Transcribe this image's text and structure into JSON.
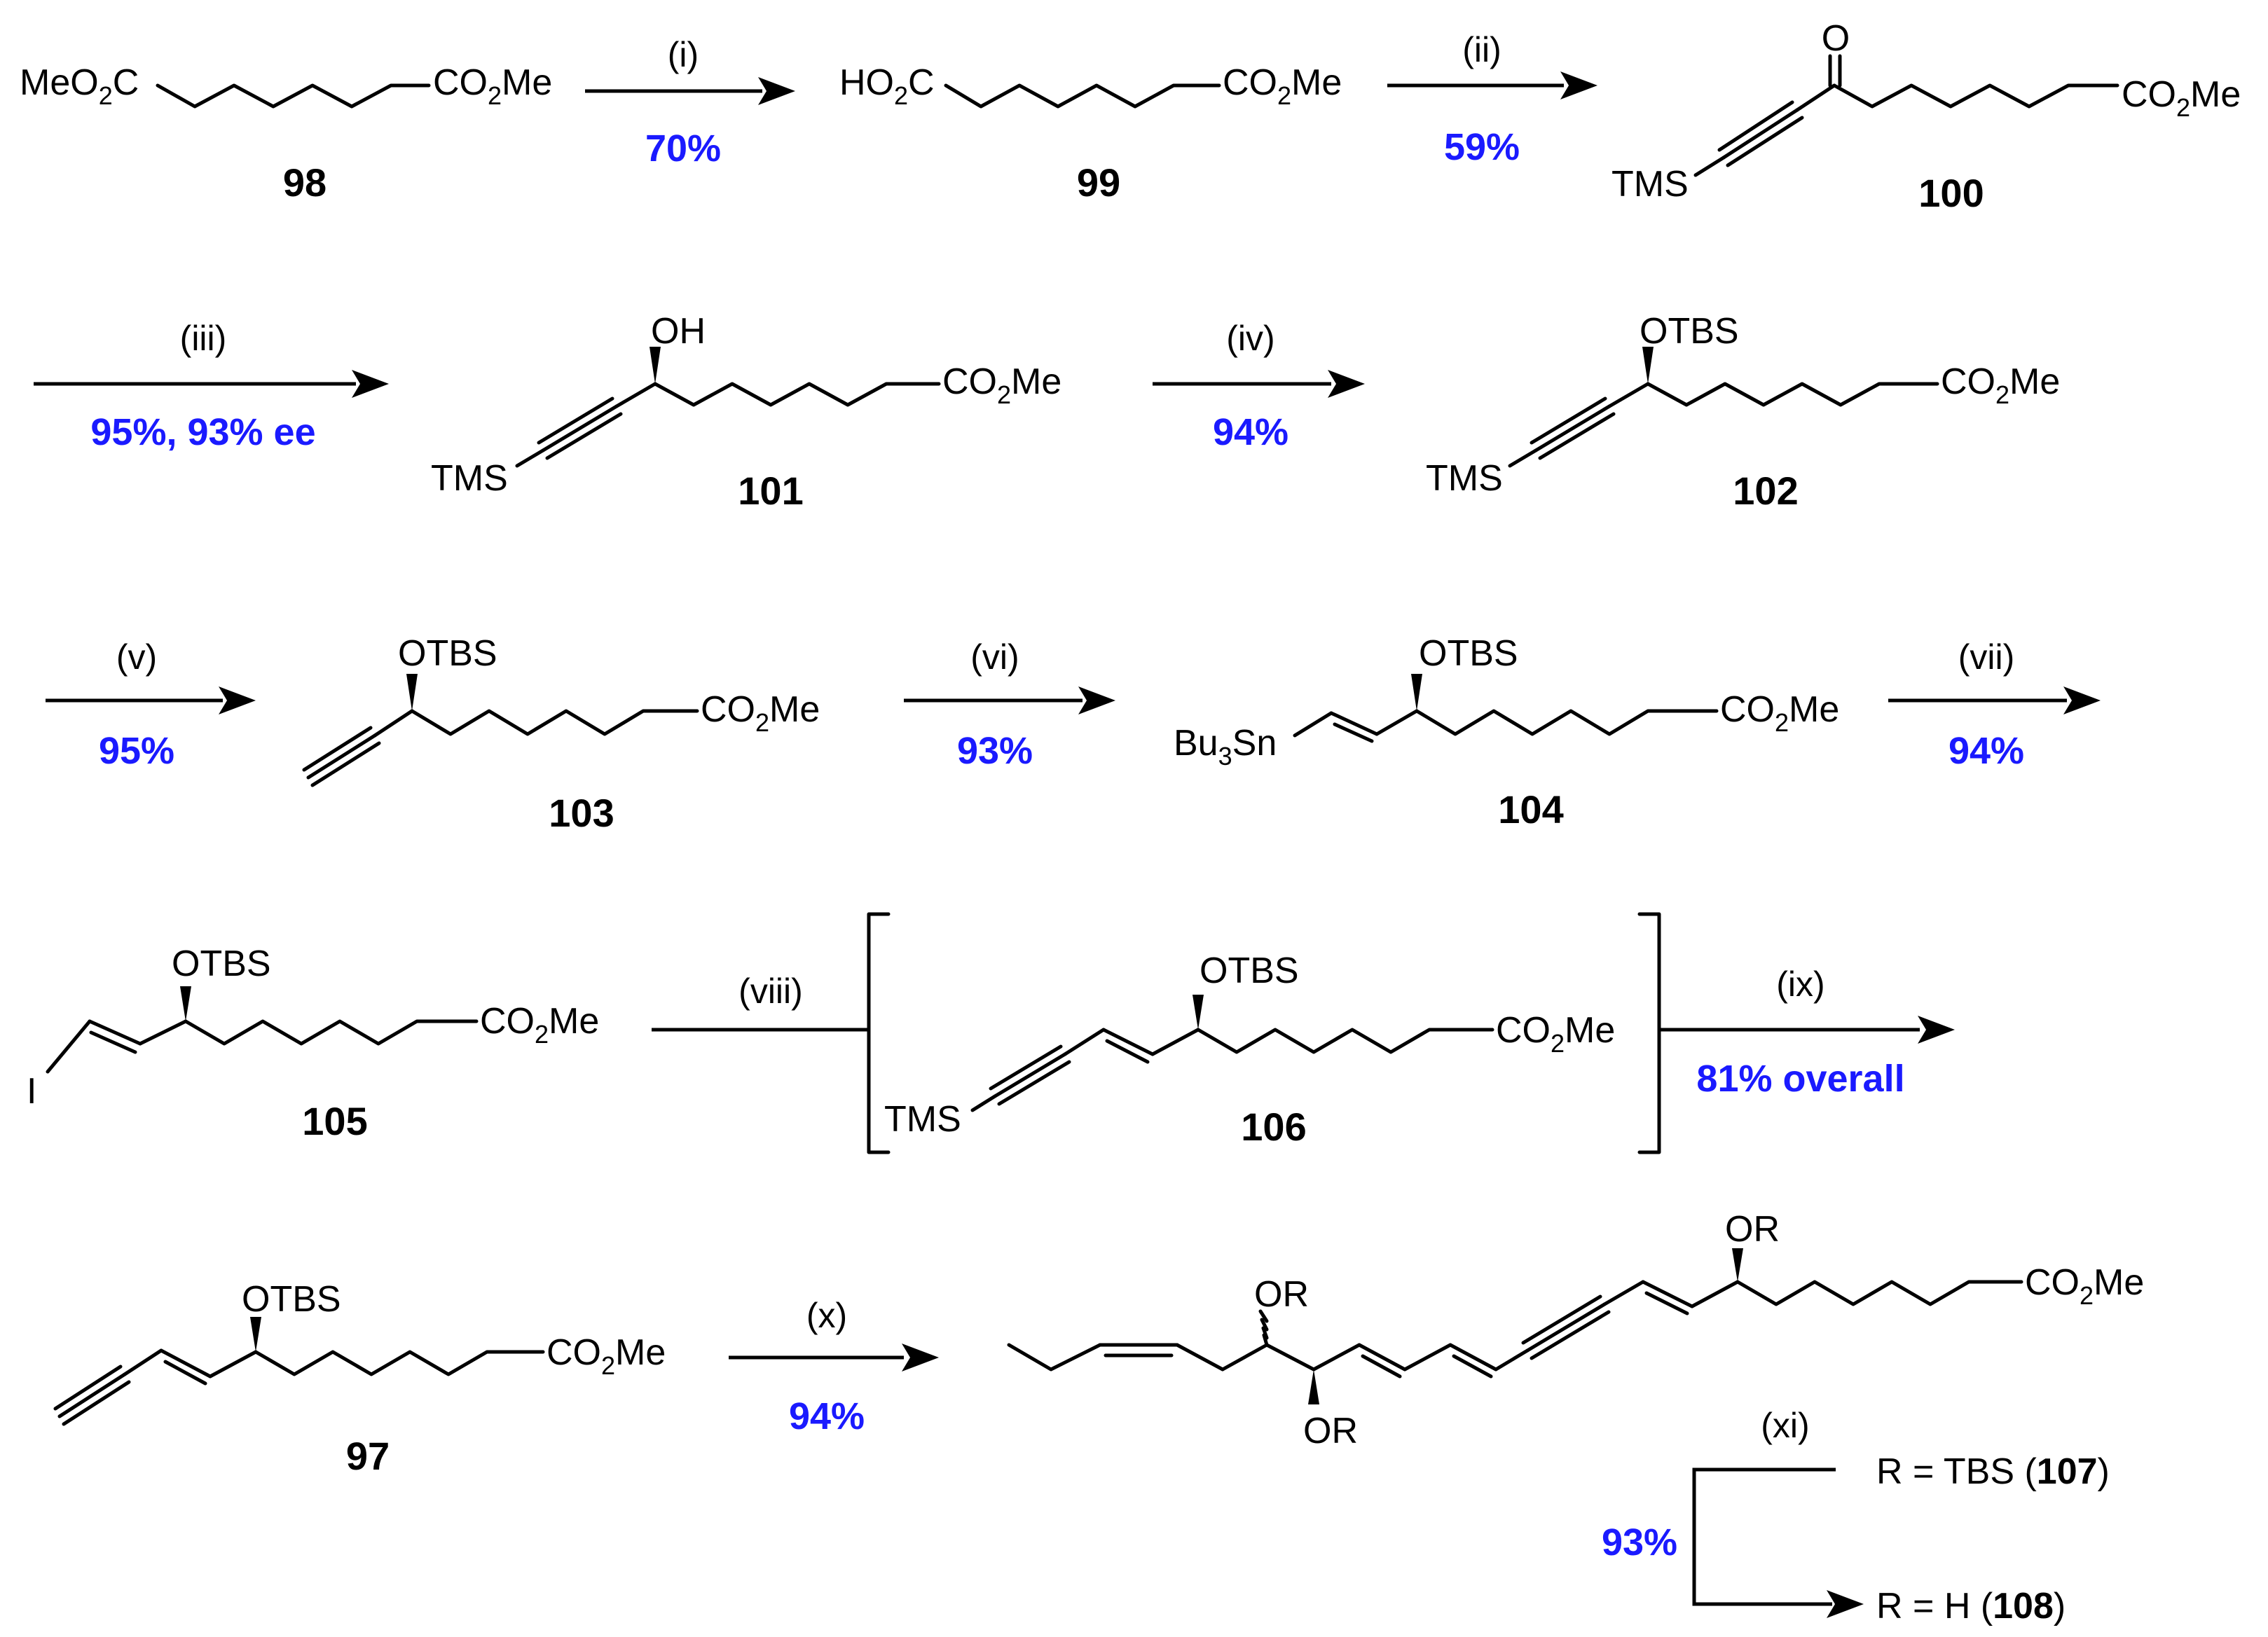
{
  "compounds": {
    "c98": {
      "number": "98"
    },
    "c99": {
      "number": "99"
    },
    "c100": {
      "number": "100"
    },
    "c101": {
      "number": "101"
    },
    "c102": {
      "number": "102"
    },
    "c103": {
      "number": "103"
    },
    "c104": {
      "number": "104"
    },
    "c105": {
      "number": "105"
    },
    "c106": {
      "number": "106"
    },
    "c97": {
      "number": "97"
    },
    "c107": {
      "number": "107"
    },
    "c108": {
      "number": "108"
    }
  },
  "groups": {
    "meo2c": "MeO",
    "ho2c": "HO",
    "co2me_co": "CO",
    "co2me_me": "Me",
    "o2_c": "C",
    "sub2": "2",
    "sub3": "3",
    "oxo": "O",
    "tms": "TMS",
    "oh": "OH",
    "otbs": "OTBS",
    "bu": "Bu",
    "sn": "Sn",
    "iodo": "I",
    "or": "OR"
  },
  "steps": [
    {
      "id": "i",
      "reagent": "(i)",
      "yield": "70%"
    },
    {
      "id": "ii",
      "reagent": "(ii)",
      "yield": "59%"
    },
    {
      "id": "iii",
      "reagent": "(iii)",
      "yield": "95%, 93% ee"
    },
    {
      "id": "iv",
      "reagent": "(iv)",
      "yield": "94%"
    },
    {
      "id": "v",
      "reagent": "(v)",
      "yield": "95%"
    },
    {
      "id": "vi",
      "reagent": "(vi)",
      "yield": "93%"
    },
    {
      "id": "vii",
      "reagent": "(vii)",
      "yield": "94%"
    },
    {
      "id": "viii",
      "reagent": "(viii)",
      "yield": ""
    },
    {
      "id": "ix",
      "reagent": "(ix)",
      "yield": "81% overall"
    },
    {
      "id": "x",
      "reagent": "(x)",
      "yield": "94%"
    },
    {
      "id": "xi",
      "reagent": "(xi)",
      "yield": "93%"
    }
  ],
  "final": {
    "r107_prefix": "R = TBS (",
    "r107_close": ")",
    "r108_prefix": "R = H (",
    "r108_close": ")"
  },
  "colors": {
    "yield": "#1a1aff",
    "ink": "#000000",
    "background": "#ffffff"
  }
}
